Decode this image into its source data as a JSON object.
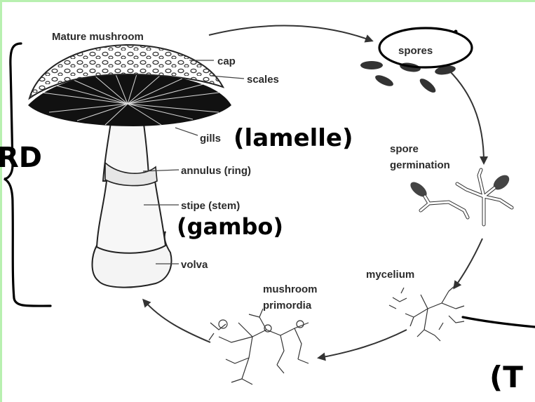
{
  "diagram": {
    "labels": {
      "mature_mushroom": "Mature mushroom",
      "cap": "cap",
      "scales": "scales",
      "gills": "gills",
      "annulus": "annulus (ring)",
      "stipe": "stipe (stem)",
      "volva": "volva",
      "spores": "spores",
      "spore_germination_1": "spore",
      "spore_germination_2": "germination",
      "mycelium": "mycelium",
      "primordia_1": "mushroom",
      "primordia_2": "primordia"
    },
    "handwriting": {
      "gills_note": "(lamelle)",
      "stipe_note": "(gambo)",
      "left_note": "RD",
      "right_note": "(T"
    },
    "colors": {
      "background": "#ffffff",
      "frame_green": "#b8f0b0",
      "label_text": "#2b2b2b",
      "ink": "#000000"
    }
  }
}
